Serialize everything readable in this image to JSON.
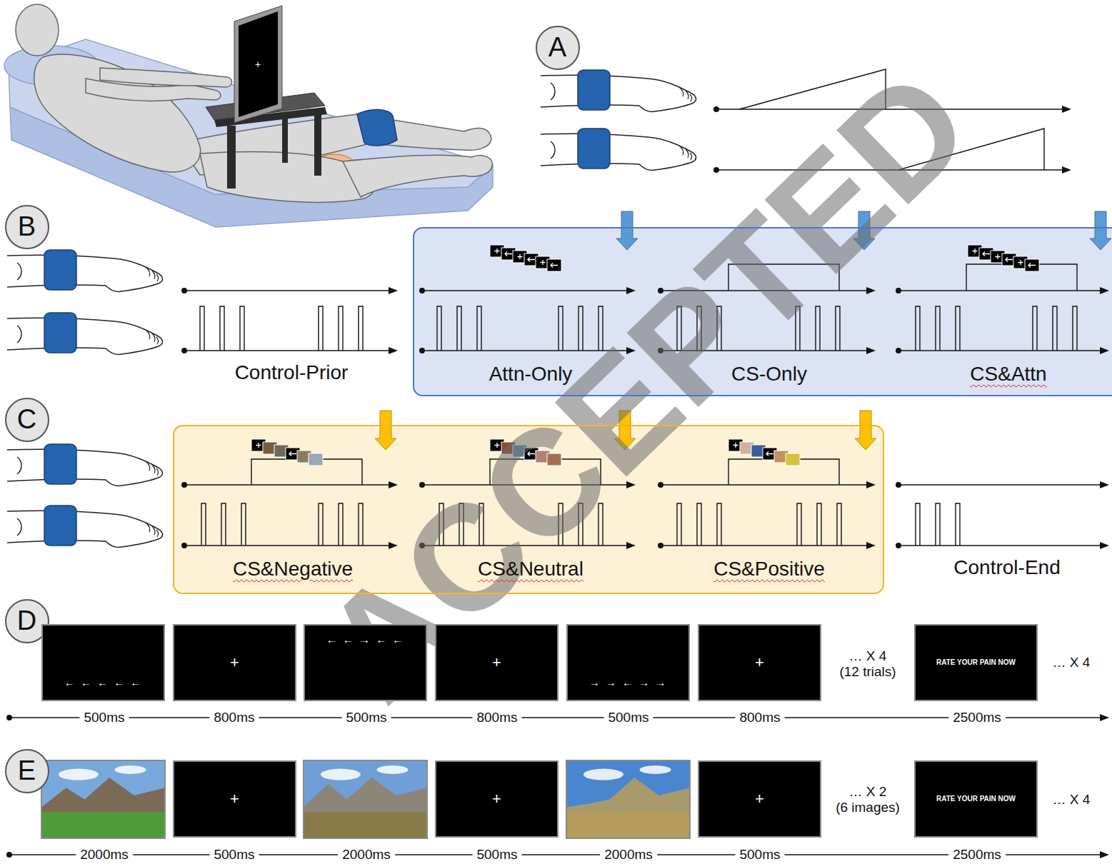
{
  "diagram": {
    "nodes": [
      {
        "text": [
          "A"
        ]
      },
      {
        "text": [
          "B"
        ]
      },
      {
        "text": [
          "Attn-Only",
          "CS-Only",
          "CS&Attn"
        ]
      },
      {
        "text": [
          "C"
        ]
      },
      {
        "text": [
          "CS&Negative",
          "CS&Neutral",
          "CS&Positive"
        ]
      },
      {
        "text": [
          "D"
        ]
      },
      {
        "text": [
          "← ← ← ← ←"
        ]
      },
      {
        "text": [
          "+"
        ]
      },
      {
        "text": [
          "← ← → ← ←"
        ]
      },
      {
        "text": [
          "+"
        ]
      },
      {
        "text": [
          "→ → ← → →"
        ]
      },
      {
        "text": [
          "+"
        ]
      },
      {
        "text": [
          "RATE YOUR PAIN NOW"
        ]
      },
      {
        "text": [
          "E"
        ]
      },
      {
        "text": [
          "+"
        ]
      },
      {
        "text": [
          "+"
        ]
      },
      {
        "text": [
          "+"
        ]
      },
      {
        "text": [
          "RATE YOUR PAIN NOW"
        ]
      }
    ],
    "labels": [
      "+",
      "Control-Prior",
      "Control-End",
      "500ms",
      "800ms",
      "500ms",
      "800ms",
      "500ms",
      "800ms",
      "… X 4 (12 trials)",
      "… X 4",
      "2500ms",
      "2000ms",
      "500ms",
      "2000ms",
      "500ms",
      "2000ms",
      "500ms",
      "… X 2 (6 images)",
      "… X 4",
      "2500ms",
      "ACCEPTED"
    ]
  }
}
